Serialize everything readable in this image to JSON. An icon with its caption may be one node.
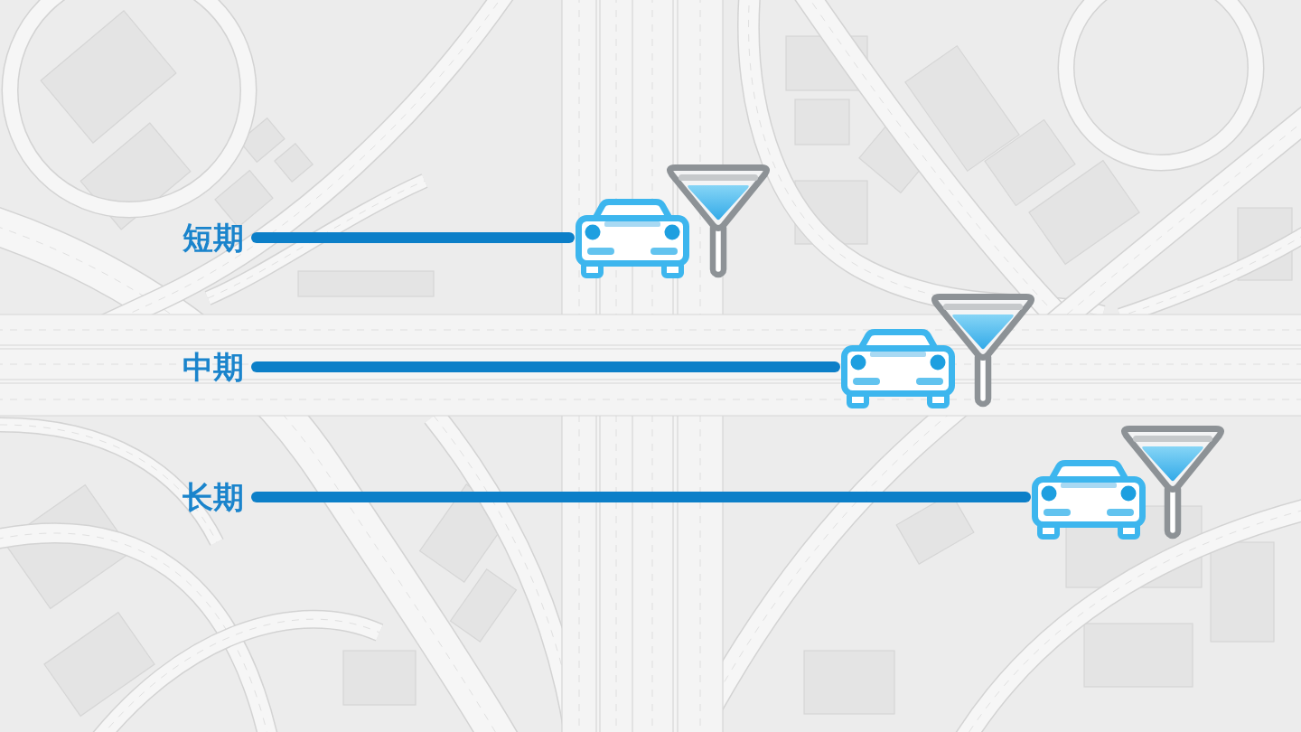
{
  "diagram": {
    "nodes": [
      {
        "text": [
          "短期"
        ]
      },
      {
        "text": [],
        "shape": "picture"
      },
      {
        "text": [
          "中期"
        ]
      },
      {
        "text": [],
        "shape": "picture"
      },
      {
        "text": [
          "长期"
        ]
      },
      {
        "text": [],
        "shape": "picture"
      }
    ],
    "edges": [
      {
        "from": 0,
        "to": 1,
        "arrow": "none"
      },
      {
        "from": 2,
        "to": 3,
        "arrow": "none"
      },
      {
        "from": 4,
        "to": 5,
        "arrow": "none"
      }
    ]
  }
}
